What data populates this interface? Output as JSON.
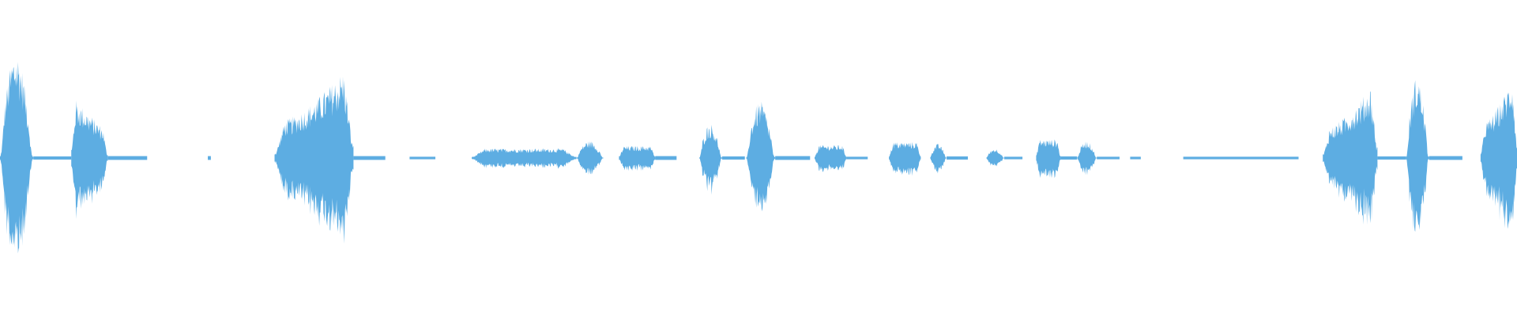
{
  "waveform": {
    "color": "#5dade2",
    "background": "#ffffff",
    "baseline_normalized": 0.5,
    "duration_normalized": 1.0,
    "segments": [
      {
        "start": 0.0,
        "end": 0.022,
        "amplitude": 0.34,
        "shape": "burst"
      },
      {
        "start": 0.022,
        "end": 0.047,
        "amplitude": 0.005,
        "shape": "line"
      },
      {
        "start": 0.047,
        "end": 0.071,
        "amplitude": 0.2,
        "shape": "decay"
      },
      {
        "start": 0.071,
        "end": 0.097,
        "amplitude": 0.006,
        "shape": "line"
      },
      {
        "start": 0.137,
        "end": 0.139,
        "amplitude": 0.006,
        "shape": "line"
      },
      {
        "start": 0.181,
        "end": 0.233,
        "amplitude": 0.32,
        "shape": "rise"
      },
      {
        "start": 0.233,
        "end": 0.254,
        "amplitude": 0.006,
        "shape": "line"
      },
      {
        "start": 0.27,
        "end": 0.287,
        "amplitude": 0.004,
        "shape": "line"
      },
      {
        "start": 0.311,
        "end": 0.38,
        "amplitude": 0.035,
        "shape": "steady"
      },
      {
        "start": 0.38,
        "end": 0.398,
        "amplitude": 0.055,
        "shape": "burst"
      },
      {
        "start": 0.408,
        "end": 0.432,
        "amplitude": 0.045,
        "shape": "steady"
      },
      {
        "start": 0.432,
        "end": 0.446,
        "amplitude": 0.006,
        "shape": "line"
      },
      {
        "start": 0.461,
        "end": 0.476,
        "amplitude": 0.11,
        "shape": "burst"
      },
      {
        "start": 0.476,
        "end": 0.491,
        "amplitude": 0.005,
        "shape": "line"
      },
      {
        "start": 0.492,
        "end": 0.511,
        "amplitude": 0.18,
        "shape": "burst"
      },
      {
        "start": 0.511,
        "end": 0.534,
        "amplitude": 0.006,
        "shape": "line"
      },
      {
        "start": 0.537,
        "end": 0.558,
        "amplitude": 0.048,
        "shape": "steady"
      },
      {
        "start": 0.558,
        "end": 0.572,
        "amplitude": 0.004,
        "shape": "line"
      },
      {
        "start": 0.586,
        "end": 0.607,
        "amplitude": 0.06,
        "shape": "steady"
      },
      {
        "start": 0.613,
        "end": 0.624,
        "amplitude": 0.045,
        "shape": "burst"
      },
      {
        "start": 0.624,
        "end": 0.638,
        "amplitude": 0.005,
        "shape": "line"
      },
      {
        "start": 0.65,
        "end": 0.662,
        "amplitude": 0.03,
        "shape": "burst"
      },
      {
        "start": 0.662,
        "end": 0.674,
        "amplitude": 0.004,
        "shape": "line"
      },
      {
        "start": 0.683,
        "end": 0.699,
        "amplitude": 0.07,
        "shape": "steady"
      },
      {
        "start": 0.699,
        "end": 0.71,
        "amplitude": 0.005,
        "shape": "line"
      },
      {
        "start": 0.71,
        "end": 0.723,
        "amplitude": 0.055,
        "shape": "burst"
      },
      {
        "start": 0.723,
        "end": 0.738,
        "amplitude": 0.004,
        "shape": "line"
      },
      {
        "start": 0.745,
        "end": 0.752,
        "amplitude": 0.004,
        "shape": "line"
      },
      {
        "start": 0.78,
        "end": 0.856,
        "amplitude": 0.004,
        "shape": "line"
      },
      {
        "start": 0.872,
        "end": 0.908,
        "amplitude": 0.26,
        "shape": "rise"
      },
      {
        "start": 0.908,
        "end": 0.927,
        "amplitude": 0.005,
        "shape": "line"
      },
      {
        "start": 0.927,
        "end": 0.942,
        "amplitude": 0.26,
        "shape": "burst"
      },
      {
        "start": 0.942,
        "end": 0.964,
        "amplitude": 0.006,
        "shape": "line"
      },
      {
        "start": 0.976,
        "end": 1.0,
        "amplitude": 0.3,
        "shape": "rise"
      }
    ]
  }
}
